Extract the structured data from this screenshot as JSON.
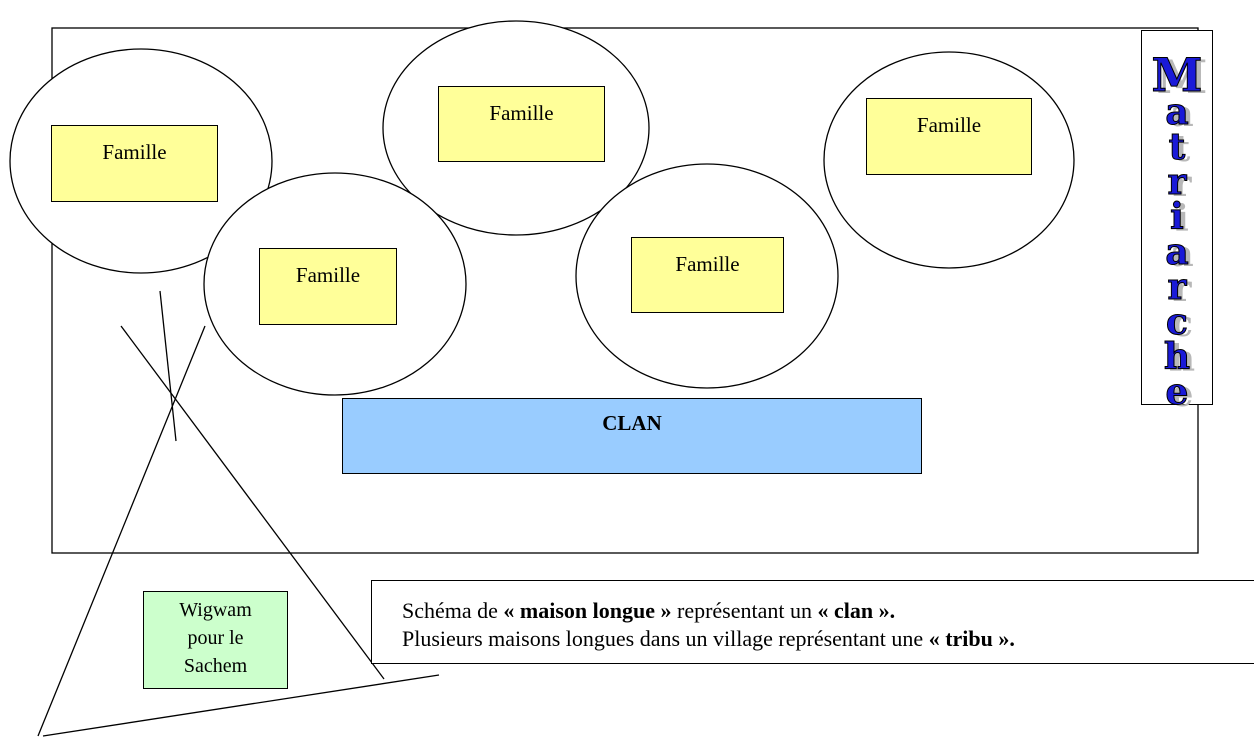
{
  "families": [
    {
      "label": "Famille"
    },
    {
      "label": "Famille"
    },
    {
      "label": "Famille"
    },
    {
      "label": "Famille"
    },
    {
      "label": "Famille"
    }
  ],
  "clan": {
    "label": "CLAN"
  },
  "matriarche": {
    "letters": [
      "M",
      "a",
      "t",
      "r",
      "i",
      "a",
      "r",
      "c",
      "h",
      "e"
    ],
    "color": "#1a1ad8"
  },
  "wigwam": {
    "line1": "Wigwam",
    "line2": "pour le",
    "line3": "Sachem",
    "color": "#ccffcc"
  },
  "caption": {
    "line1": {
      "a": "Schéma de ",
      "b": "« maison longue »",
      "c": " représentant un ",
      "d": "« clan »."
    },
    "line2": {
      "a": "Plusieurs maisons longues dans un village représentant une ",
      "b": "« tribu »."
    }
  },
  "colors": {
    "famille": "#ffff99",
    "clan": "#99ccff"
  }
}
